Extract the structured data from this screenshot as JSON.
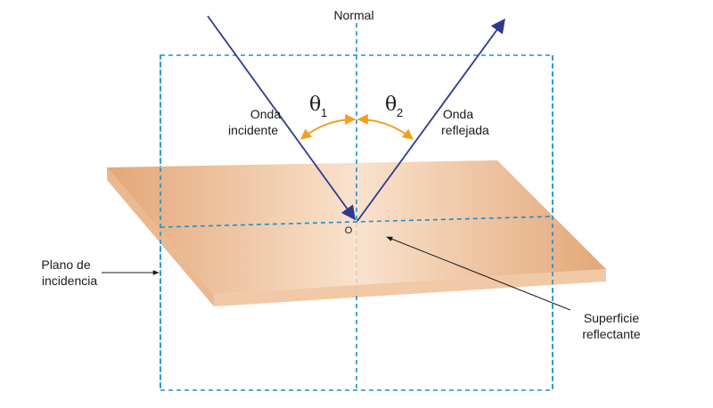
{
  "labels": {
    "normal": "Normal",
    "incident_line1": "Onda",
    "incident_line2": "incidente",
    "reflected_line1": "Onda",
    "reflected_line2": "reflejada",
    "theta_symbol": "θ",
    "theta1_sub": "1",
    "theta2_sub": "2",
    "origin": "O",
    "plane_line1": "Plano de",
    "plane_line2": "incidencia",
    "surface_line1": "Superficie",
    "surface_line2": "reflectante"
  },
  "colors": {
    "ray": "#2e3a8c",
    "dashed": "#1e8fd0",
    "angle_arc": "#f0a020",
    "surface_light": "#f7dcc3",
    "surface_dark": "#e3a777",
    "surface_edge": "#f2c9a6",
    "text": "#1a1a1a"
  }
}
